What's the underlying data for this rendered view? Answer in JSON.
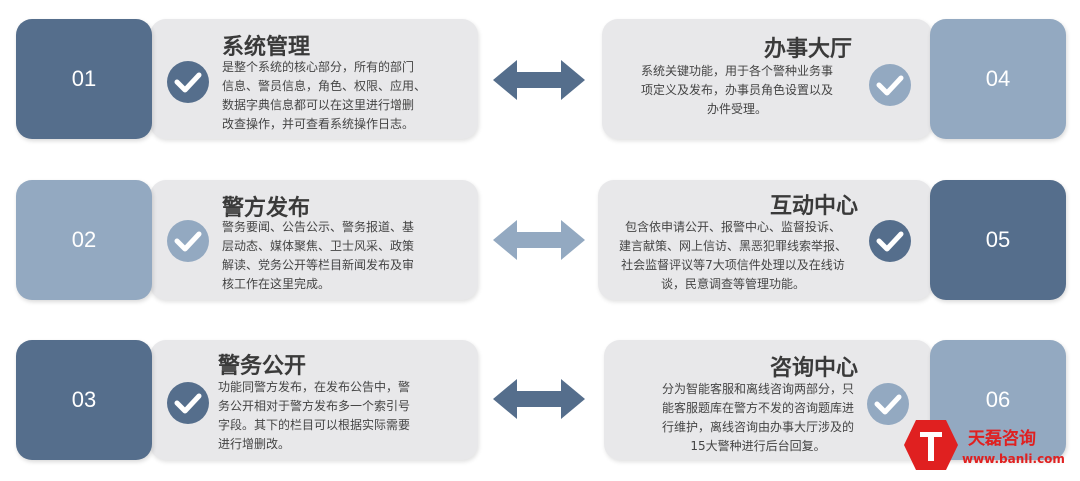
{
  "colors": {
    "dark": "#556e8c",
    "light": "#93a9c1",
    "card": "#e8e8ea",
    "watermark": "#e02020"
  },
  "items": [
    {
      "num": "01",
      "title": "系统管理",
      "lines": [
        "是整个系统的核心部分，所有的部门",
        "信息、警员信息，角色、权限、应用、",
        "数据字典信息都可以在这里进行增删",
        "改查操作，并可查看系统操作日志。"
      ]
    },
    {
      "num": "02",
      "title": "警方发布",
      "lines": [
        "警务要闻、公告公示、警务报道、基",
        "层动态、媒体聚焦、卫士风采、政策",
        "解读、党务公开等栏目新闻发布及审",
        "核工作在这里完成。"
      ]
    },
    {
      "num": "03",
      "title": "警务公开",
      "lines": [
        "功能同警方发布，在发布公告中，警",
        "务公开相对于警方发布多一个索引号",
        "字段。其下的栏目可以根据实际需要",
        "进行增删改。"
      ]
    },
    {
      "num": "04",
      "title": "办事大厅",
      "lines": [
        "系统关键功能，用于各个警种业务事",
        "项定义及发布，办事员角色设置以及",
        "办件受理。"
      ]
    },
    {
      "num": "05",
      "title": "互动中心",
      "lines": [
        "包含依申请公开、报警中心、监督投诉、",
        "建言献策、网上信访、黑恶犯罪线索举报、",
        "社会监督评议等7大项信件处理以及在线访",
        "谈，民意调查等管理功能。"
      ]
    },
    {
      "num": "06",
      "title": "咨询中心",
      "lines": [
        "分为智能客服和离线咨询两部分，只",
        "能客服题库在警方不发的咨询题库进",
        "行维护，离线咨询由办事大厅涉及的",
        "15大警种进行后台回复。"
      ]
    }
  ],
  "watermark": {
    "name": "天磊咨询",
    "url": "www.banli.com"
  }
}
